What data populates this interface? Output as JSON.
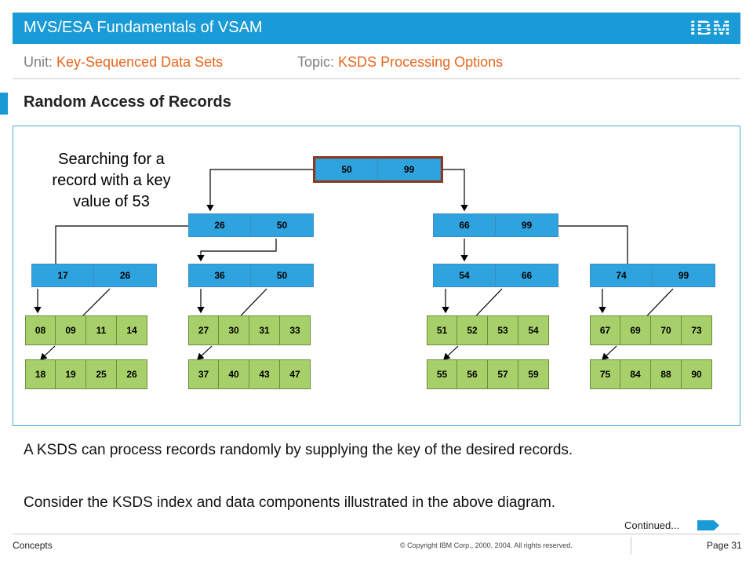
{
  "header": {
    "title": "MVS/ESA Fundamentals of VSAM",
    "logo": "IBM"
  },
  "breadcrumb": {
    "unit_label": "Unit:",
    "unit_value": "Key-Sequenced Data Sets",
    "topic_label": "Topic:",
    "topic_value": "KSDS Processing Options"
  },
  "section_title": "Random Access of Records",
  "diagram": {
    "search_note": "Searching for a record with a key value of 53",
    "root": [
      "50",
      "99"
    ],
    "level2": [
      [
        "26",
        "50"
      ],
      [
        "66",
        "99"
      ]
    ],
    "level3": [
      [
        "17",
        "26"
      ],
      [
        "36",
        "50"
      ],
      [
        "54",
        "66"
      ],
      [
        "74",
        "99"
      ]
    ],
    "data_upper": [
      [
        "08",
        "09",
        "11",
        "14"
      ],
      [
        "27",
        "30",
        "31",
        "33"
      ],
      [
        "51",
        "52",
        "53",
        "54"
      ],
      [
        "67",
        "69",
        "70",
        "73"
      ]
    ],
    "data_lower": [
      [
        "18",
        "19",
        "25",
        "26"
      ],
      [
        "37",
        "40",
        "43",
        "47"
      ],
      [
        "55",
        "56",
        "57",
        "59"
      ],
      [
        "75",
        "84",
        "88",
        "90"
      ]
    ],
    "colors": {
      "index_fill": "#2fa3de",
      "data_fill": "#a8d06a",
      "root_border": "#8b3a1d"
    }
  },
  "body": {
    "line1": "A KSDS can process records randomly by supplying the key of the desired records.",
    "line2": "Consider the KSDS index and data components illustrated in the above diagram."
  },
  "continued_label": "Continued...",
  "footer": {
    "left": "Concepts",
    "copyright": "© Copyright IBM Corp., 2000, 2004. All rights reserved.",
    "page": "Page 31"
  }
}
